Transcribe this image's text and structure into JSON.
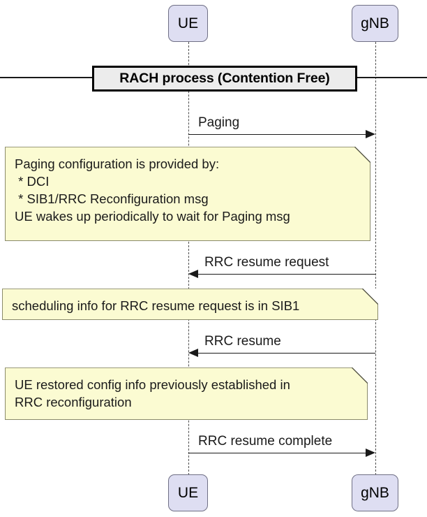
{
  "diagram": {
    "type": "uml-sequence-diagram",
    "title": "RACH process (Contention Free)",
    "colors": {
      "participant_fill": "#DEDEF2",
      "participant_border": "#6f6f85",
      "note_fill": "#FBFBD2",
      "note_border": "#8a8a6a",
      "divider_fill": "#ECECEC",
      "line": "#1a1a1a",
      "background": "#FFFFFF"
    },
    "participants": [
      {
        "id": "ue",
        "label": "UE"
      },
      {
        "id": "gnb",
        "label": "gNB"
      }
    ],
    "participants_bottom": [
      {
        "id": "ue",
        "label": "UE"
      },
      {
        "id": "gnb",
        "label": "gNB"
      }
    ],
    "divider": {
      "label": "RACH process (Contention Free)"
    },
    "messages": [
      {
        "id": "m1",
        "label": "Paging",
        "from": "ue",
        "to": "gnb",
        "direction": "right"
      },
      {
        "id": "m2",
        "label": "RRC resume request",
        "from": "gnb",
        "to": "ue",
        "direction": "left"
      },
      {
        "id": "m3",
        "label": "RRC resume",
        "from": "gnb",
        "to": "ue",
        "direction": "left"
      },
      {
        "id": "m4",
        "label": "RRC resume complete",
        "from": "ue",
        "to": "gnb",
        "direction": "right"
      }
    ],
    "notes": [
      {
        "id": "n1",
        "lines": [
          "Paging configuration is provided by:",
          " * DCI",
          " * SIB1/RRC Reconfiguration msg",
          "UE wakes up periodically to wait for Paging msg"
        ]
      },
      {
        "id": "n2",
        "lines": [
          "scheduling info for RRC resume request is in SIB1"
        ]
      },
      {
        "id": "n3",
        "lines": [
          "UE restored config info previously established in",
          "RRC reconfiguration"
        ]
      }
    ]
  }
}
